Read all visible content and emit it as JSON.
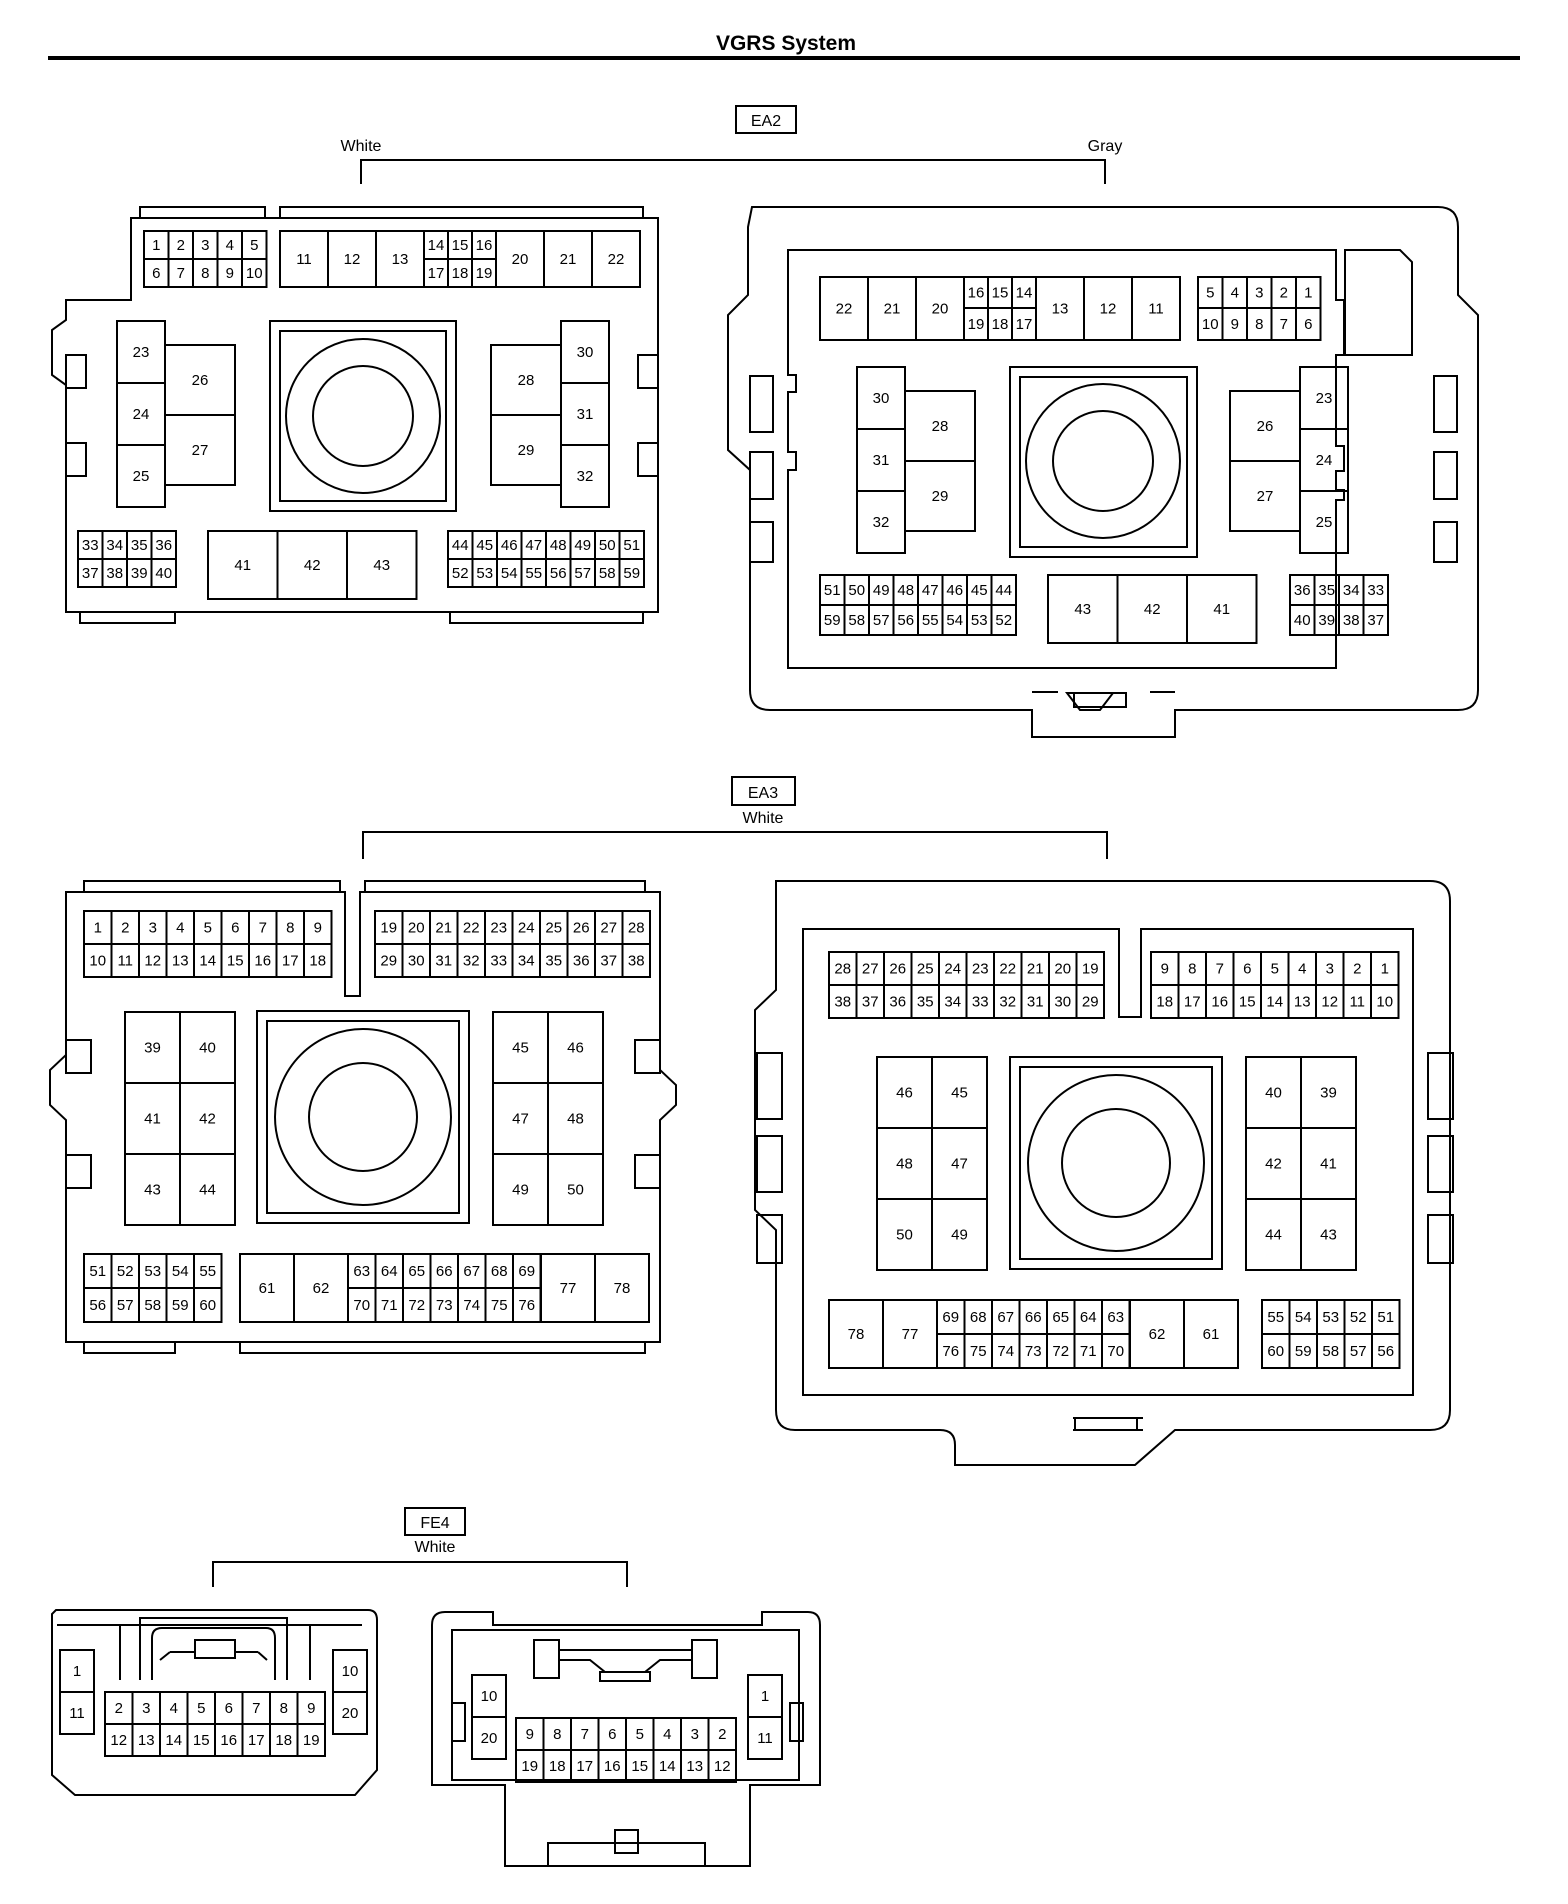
{
  "title": "VGRS System",
  "connectors": [
    {
      "id": "EA2",
      "colors": [
        "White",
        "Gray"
      ]
    },
    {
      "id": "EA3",
      "colors": [
        "White"
      ]
    },
    {
      "id": "FE4",
      "colors": [
        "White"
      ]
    }
  ]
}
